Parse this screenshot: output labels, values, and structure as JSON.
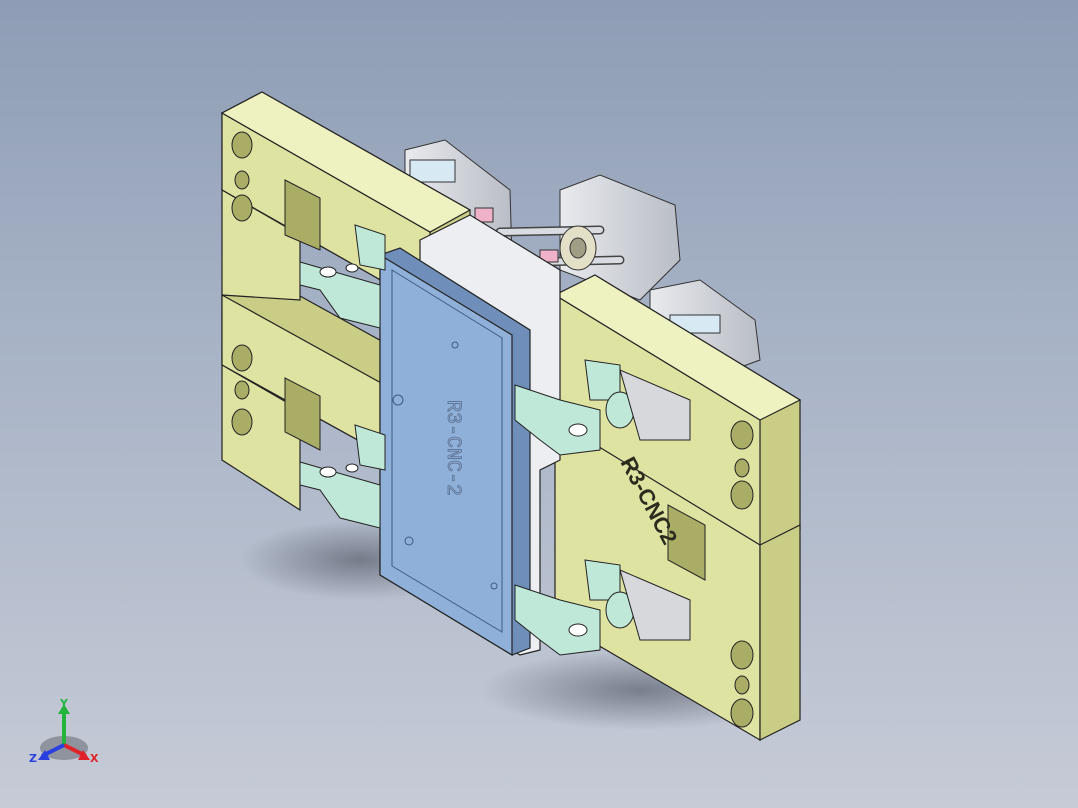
{
  "viewport": {
    "kind": "cad-3d-model-view",
    "background_top": "#8e9db5",
    "background_bottom": "#c6cbd6"
  },
  "model": {
    "fixture_label": "R3-CNC2",
    "plate_label": "R3-CNC-2",
    "colors": {
      "base_plate": "#dfe3a2",
      "part_plate": "#8fb0d8",
      "clamp": "#bfe8d8",
      "gray_block": "#d6d8dc",
      "pink_accent": "#efb2c8"
    }
  },
  "triad": {
    "x_label": "X",
    "y_label": "Y",
    "z_label": "Z",
    "x_color": "#e0222a",
    "y_color": "#22b43c",
    "z_color": "#2a3fe0"
  }
}
